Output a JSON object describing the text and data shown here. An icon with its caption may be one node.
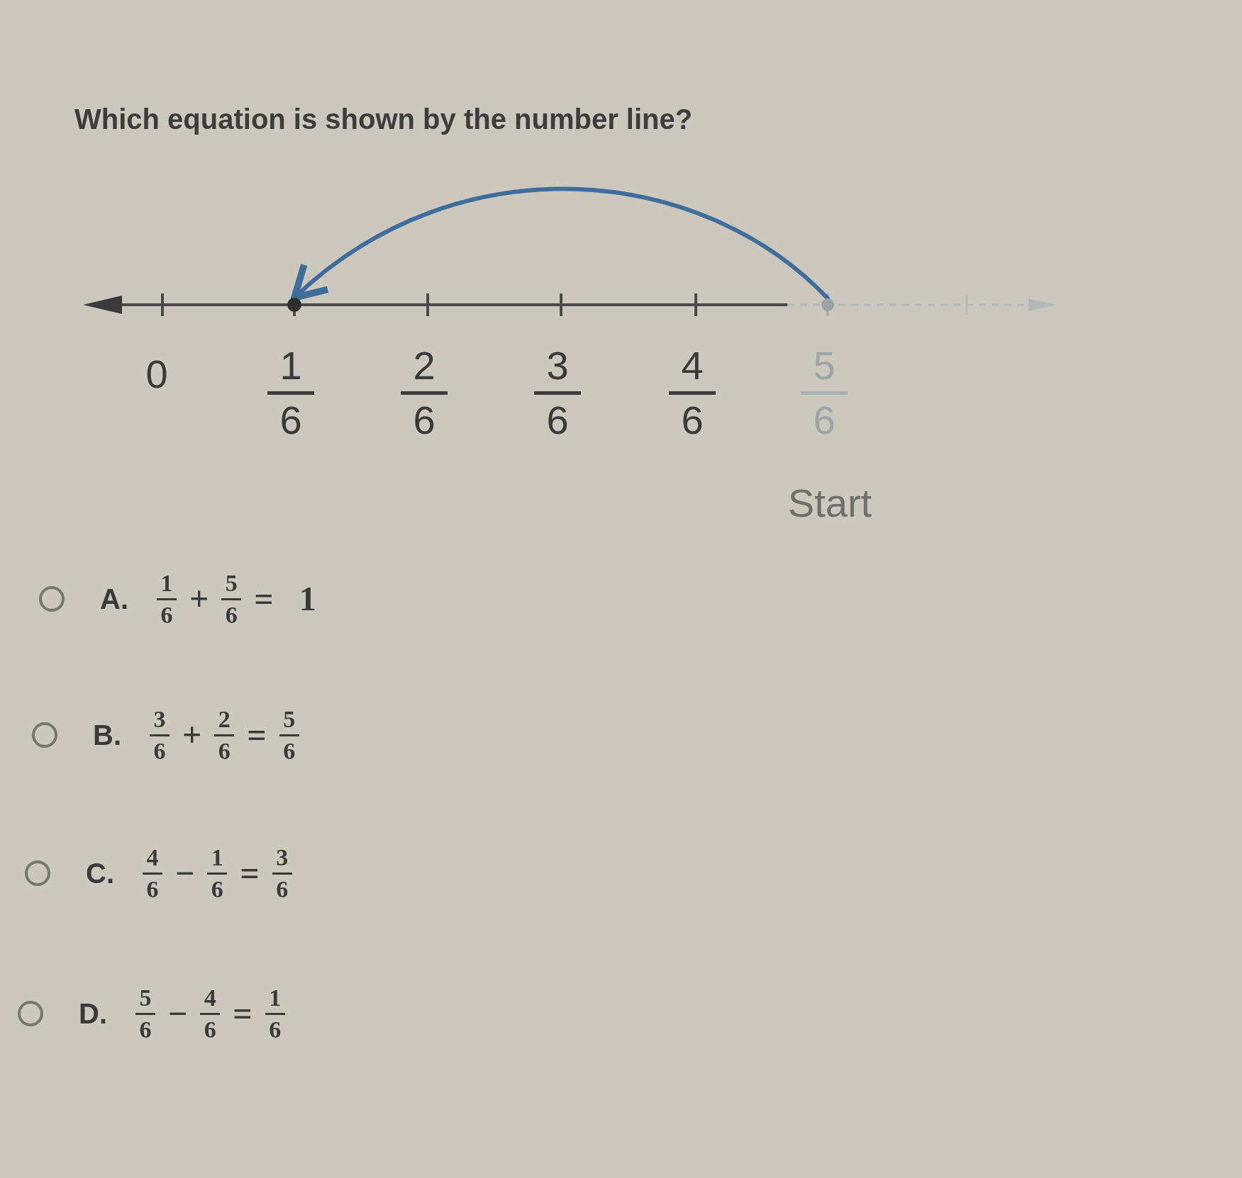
{
  "diagram": {
    "title": "Which equation is shown by the number line?",
    "nodes": [
      {
        "text": [],
        "shape": "circle"
      },
      {
        "text": [],
        "shape": "circle"
      }
    ],
    "edges": [
      {
        "from": 1,
        "to": 0,
        "arrow": "to",
        "color": "#3f6d9c"
      }
    ],
    "labels": [
      "0",
      "1",
      "6",
      "2",
      "6",
      "3",
      "6",
      "4",
      "6",
      "5",
      "6",
      "Start",
      "A.",
      "1",
      "6",
      "+",
      "5",
      "6",
      "=",
      "1",
      "B.",
      "3",
      "6",
      "+",
      "2",
      "6",
      "=",
      "5",
      "6",
      "C.",
      "4",
      "6",
      "−",
      "1",
      "6",
      "=",
      "3",
      "6",
      "D.",
      "5",
      "6",
      "−",
      "4",
      "6",
      "=",
      "1",
      "6"
    ]
  }
}
